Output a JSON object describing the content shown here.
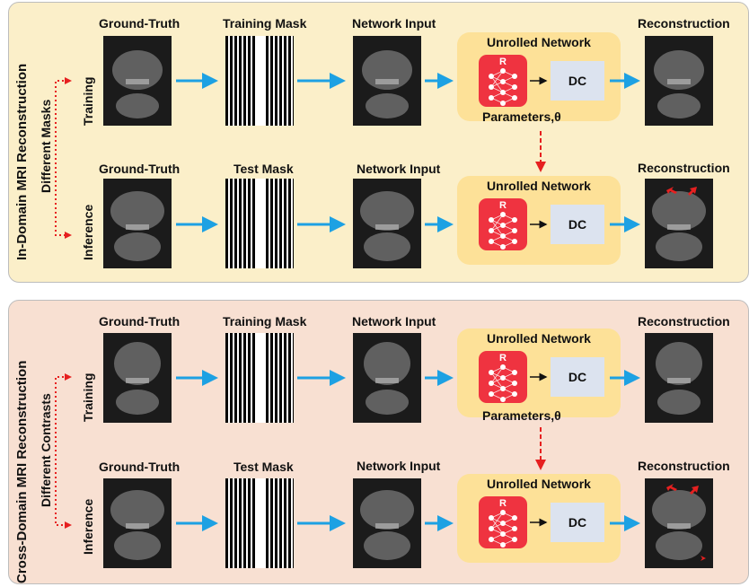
{
  "top": {
    "title": "In-Domain MRI Reconstruction",
    "side_label": "Different Masks",
    "training_row_label": "Training",
    "inference_row_label": "Inference",
    "training_labels": {
      "gt": "Ground-Truth",
      "mask": "Training Mask",
      "input": "Network Input",
      "unet": "Unrolled Network",
      "recon": "Reconstruction"
    },
    "inference_labels": {
      "gt": "Ground-Truth",
      "mask": "Test Mask",
      "input": "Network Input",
      "unet": "Unrolled Network",
      "recon": "Reconstruction"
    },
    "params": "Parameters,θ",
    "r_label": "R",
    "dc_label": "DC"
  },
  "bottom": {
    "title": "Cross-Domain MRI Reconstruction",
    "side_label": "Different Contrasts",
    "training_row_label": "Training",
    "inference_row_label": "Inference",
    "training_labels": {
      "gt": "Ground-Truth",
      "mask": "Training Mask",
      "input": "Network Input",
      "unet": "Unrolled Network",
      "recon": "Reconstruction"
    },
    "inference_labels": {
      "gt": "Ground-Truth",
      "mask": "Test Mask",
      "input": "Network Input",
      "unet": "Unrolled Network",
      "recon": "Reconstruction"
    },
    "params": "Parameters,θ",
    "r_label": "R",
    "dc_label": "DC"
  },
  "colors": {
    "top_panel": "#fbefc9",
    "bottom_panel": "#f8e0d2",
    "network_box": "#fde198",
    "regularizer": "#ef3340",
    "dc_box": "#dce3ef",
    "flow_arrow": "#1da1e3",
    "dashed_arrow": "#e62020"
  }
}
